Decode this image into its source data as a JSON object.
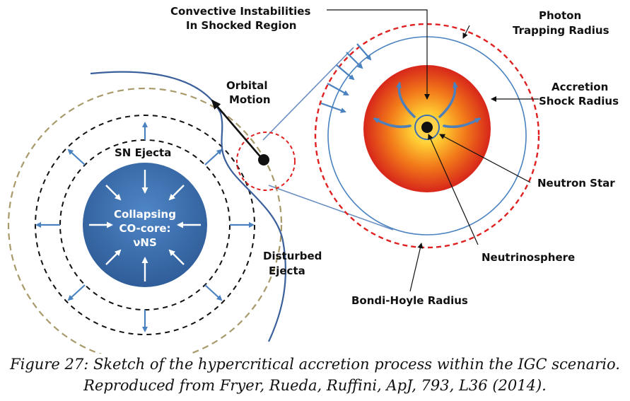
{
  "labels": {
    "convective_1": "Convective Instabilities",
    "convective_2": "In Shocked Region",
    "photon_1": "Photon",
    "photon_2": "Trapping Radius",
    "orbital_1": "Orbital",
    "orbital_2": "Motion",
    "accretion_1": "Accretion",
    "accretion_2": "Shock Radius",
    "sn_ejecta": "SN Ejecta",
    "core_1": "Collapsing",
    "core_2": "CO-core:",
    "core_3": "νNS",
    "neutron_star": "Neutron Star",
    "disturbed_1": "Disturbed",
    "disturbed_2": "Ejecta",
    "neutrinosphere": "Neutrinosphere",
    "bondi_hoyle": "Bondi-Hoyle Radius"
  },
  "caption": {
    "line1": "Figure 27: Sketch of the hypercritical accretion process within the IGC scenario.",
    "line2": "Reproduced from Fryer, Rueda, Ruffini, ApJ, 793, L36 (2014)."
  },
  "colors": {
    "core_fill": "#3a6fb0",
    "arrow_blue": "#4a82c0",
    "dashed_red": "#e02020",
    "dashed_tan": "#a89a6a",
    "outline_blue": "#3a5f9a"
  }
}
